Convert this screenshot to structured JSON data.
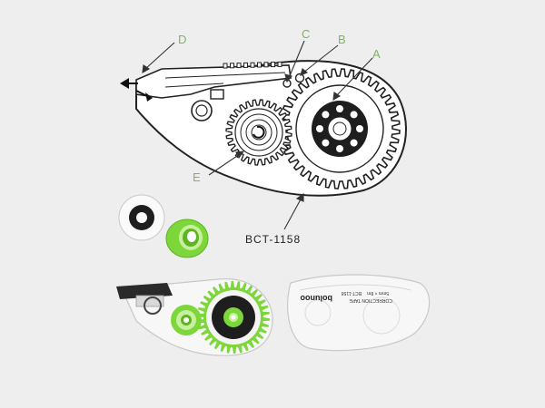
{
  "labels": {
    "a": "A",
    "b": "B",
    "c": "C",
    "d": "D",
    "e": "E",
    "model": "BCT-1158"
  },
  "product_text": {
    "brand": "bolunoo",
    "tape": "CORRECTION TAPE",
    "size": "5mm × 8m",
    "model": "BCT-1158"
  },
  "colors": {
    "background": "#eeeeee",
    "line": "#222222",
    "label": "#7ab857",
    "leader": "#333333",
    "accent_green": "#7dd63a",
    "gear_fill": "#ffffff",
    "hub_dark": "#1e1e1e",
    "shell": "#f7f7f7",
    "shell_edge": "#c8c8c8"
  }
}
